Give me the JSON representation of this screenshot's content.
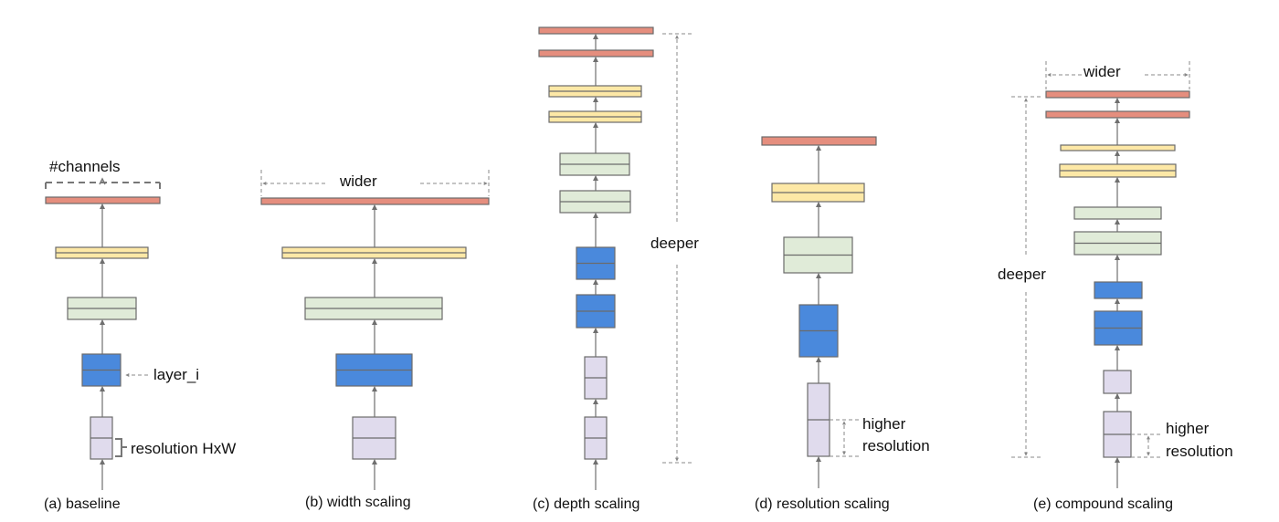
{
  "colors": {
    "red": "#e58e7e",
    "yellow": "#fde8a6",
    "green": "#e0ebd8",
    "blue": "#4a89dc",
    "purple": "#e0dbed",
    "stroke": "#6b6b6b"
  },
  "panels": [
    {
      "id": "a",
      "caption": "(a) baseline",
      "annotations": {
        "channels": "#channels",
        "layer": "layer_i",
        "resolution": "resolution HxW"
      }
    },
    {
      "id": "b",
      "caption": "(b) width scaling",
      "annotations": {
        "wider": "wider"
      }
    },
    {
      "id": "c",
      "caption": "(c) depth scaling",
      "annotations": {
        "deeper": "deeper"
      }
    },
    {
      "id": "d",
      "caption": "(d) resolution scaling",
      "annotations": {
        "higher": "higher",
        "resolution": "resolution"
      }
    },
    {
      "id": "e",
      "caption": "(e) compound scaling",
      "annotations": {
        "wider": "wider",
        "deeper": "deeper",
        "higher": "higher",
        "resolution": "resolution"
      }
    }
  ]
}
